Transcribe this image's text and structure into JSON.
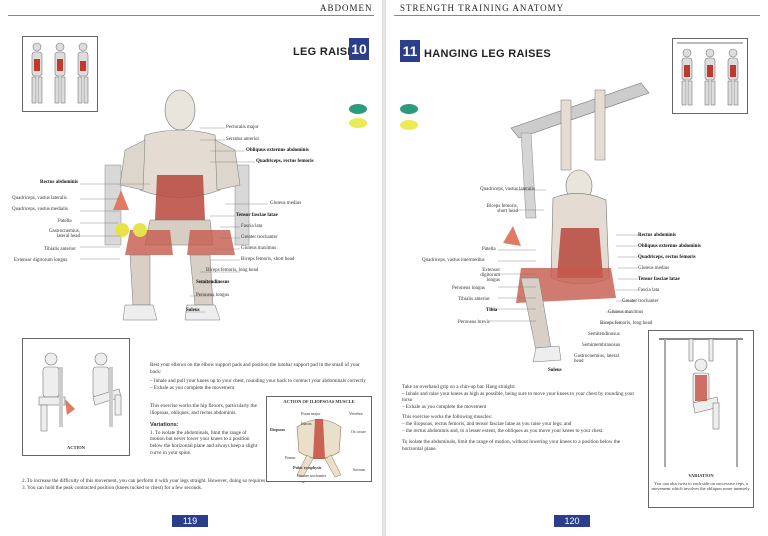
{
  "left_page": {
    "running_head": "ABDOMEN",
    "exercise_number": "10",
    "exercise_title": "LEG RAISES",
    "colors": {
      "accent": "#2a3e8c",
      "teal": "#2a9b7d",
      "yellow": "#ecea52",
      "muscle": "#c0392b"
    },
    "muscle_labels_right": [
      {
        "text": "Pectoralis major",
        "bold": false
      },
      {
        "text": "Serratus anterior",
        "bold": false
      },
      {
        "text": "Obliquus externus abdominis",
        "bold": true
      },
      {
        "text": "Quadriceps, rectus femoris",
        "bold": true
      },
      {
        "text": "Gluteus medius",
        "bold": false
      },
      {
        "text": "Tensor fasciae latae",
        "bold": true
      },
      {
        "text": "Fascia lata",
        "bold": false
      },
      {
        "text": "Greater trochanter",
        "bold": false
      },
      {
        "text": "Gluteus maximus",
        "bold": false
      },
      {
        "text": "Biceps femoris, short head",
        "bold": false
      },
      {
        "text": "Biceps femoris, long head",
        "bold": false
      },
      {
        "text": "Semitendinosus",
        "bold": true
      },
      {
        "text": "Peroneus longus",
        "bold": false
      },
      {
        "text": "Soleus",
        "bold": true
      }
    ],
    "muscle_labels_left": [
      {
        "text": "Rectus abdominis",
        "bold": true
      },
      {
        "text": "Quadriceps, vastus lateralis",
        "bold": false
      },
      {
        "text": "Quadriceps, vastus medialis",
        "bold": false
      },
      {
        "text": "Patella",
        "bold": false
      },
      {
        "text": "Gastrocnemius, lateral head",
        "bold": false
      },
      {
        "text": "Tibialis anterior",
        "bold": false
      },
      {
        "text": "Extensor digitorum longus",
        "bold": false
      }
    ],
    "action_caption": "ACTION",
    "inset_title": "ACTION OF ILIOPSOAS MUSCLE",
    "inset_labels": [
      "Psoas major",
      "Iliacus",
      "Iliopsoas",
      "Vertebra",
      "Os coxae",
      "Sacrum",
      "Pubic symphysis",
      "Greater trochanter",
      "Femur"
    ],
    "intro": "Rest your elbows on the elbow support pads and position the lumbar support pad in the small of your back:",
    "steps": [
      "– Inhale and pull your knees up to your chest, rounding your back to contract your abdominals correctly",
      "– Exhale as you complete the movement"
    ],
    "works": "This exercise works the hip flexors, particularly the iliopsoas, obliques, and rectus abdominis.",
    "variations_heading": "Variations:",
    "variations": [
      "1. To isolate the abdominals, limit the range of motion but never lower your knees to a position below the horizontal plane and always keep a slight curve in your spine.",
      "2. To increase the difficulty of this movement, you can perform it with your legs straight. However, doing so requires flexible hamstrings.",
      "3. You can hold the peak contracted position (knees tucked to chest) for a few seconds."
    ],
    "page_number": "119"
  },
  "right_page": {
    "running_head": "STRENGTH TRAINING ANATOMY",
    "exercise_number": "11",
    "exercise_title": "HANGING LEG RAISES",
    "muscle_labels_right": [
      {
        "text": "Rectus abdominis",
        "bold": true
      },
      {
        "text": "Obliquus externus abdominis",
        "bold": true
      },
      {
        "text": "Quadriceps, rectus femoris",
        "bold": true
      },
      {
        "text": "Gluteus medius",
        "bold": false
      },
      {
        "text": "Tensor fasciae latae",
        "bold": true
      },
      {
        "text": "Fascia lata",
        "bold": false
      },
      {
        "text": "Greater trochanter",
        "bold": false
      },
      {
        "text": "Gluteus maximus",
        "bold": false
      },
      {
        "text": "Biceps femoris, long head",
        "bold": false
      },
      {
        "text": "Semitendinosus",
        "bold": false
      },
      {
        "text": "Semimembranosus",
        "bold": false
      },
      {
        "text": "Gastrocnemius, lateral head",
        "bold": false
      },
      {
        "text": "Soleus",
        "bold": true
      }
    ],
    "muscle_labels_left": [
      {
        "text": "Quadriceps, vastus lateralis",
        "bold": false
      },
      {
        "text": "Biceps femoris, short head",
        "bold": false
      },
      {
        "text": "Patella",
        "bold": false
      },
      {
        "text": "Quadriceps, vastus intermedius",
        "bold": false
      },
      {
        "text": "Extensor digitorum longus",
        "bold": false
      },
      {
        "text": "Peroneus longus",
        "bold": false
      },
      {
        "text": "Tibialis anterior",
        "bold": false
      },
      {
        "text": "Tibia",
        "bold": true
      },
      {
        "text": "Peroneus brevis",
        "bold": false
      }
    ],
    "intro": "Take an overhand grip on a chin-up bar. Hang straight:",
    "steps": [
      "– Inhale and raise your knees as high as possible, being sure to move your knees to your chest by rounding your torso",
      "– Exhale as you complete the movement"
    ],
    "works_heading": "This exercise works the following muscles:",
    "works": [
      "– the iliopsoas, rectus femoris, and tensor fasciae latae as you raise your legs; and",
      "– the rectus abdominis and, to a lesser extent, the obliques as you move your knees to your chest."
    ],
    "isolate": "To isolate the abdominals, limit the range of motion, without lowering your knees to a position below the horizontal plane.",
    "variation_caption_heading": "VARIATION",
    "variation_caption": "You can also twist to each side on successive reps, a movement which involves the obliques more intensely.",
    "page_number": "120"
  }
}
